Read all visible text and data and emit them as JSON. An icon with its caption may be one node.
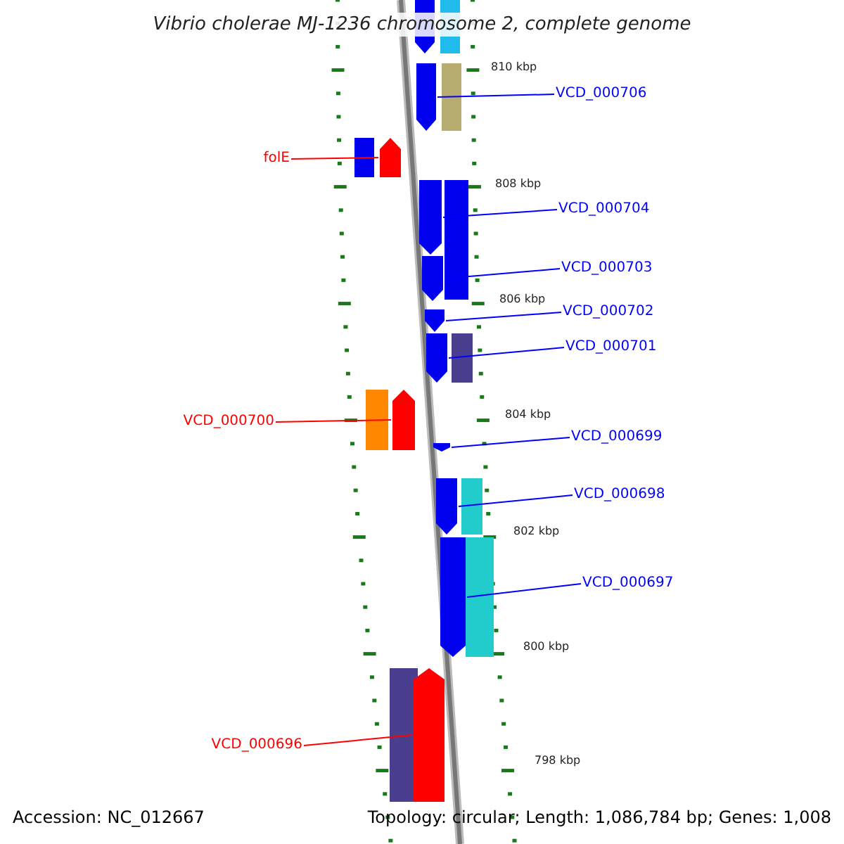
{
  "diagram": {
    "title": "Vibrio cholerae MJ-1236 chromosome 2, complete genome",
    "nodes": [
      {
        "text": [
          "VCD_000706"
        ]
      },
      {
        "text": [],
        "shape": "arrow"
      },
      {
        "text": [
          "folE"
        ]
      },
      {
        "text": [],
        "shape": "arrow"
      },
      {
        "text": [
          "VCD_000704"
        ]
      },
      {
        "text": [],
        "shape": "arrow"
      },
      {
        "text": [
          "VCD_000703"
        ]
      },
      {
        "text": [],
        "shape": "arrow"
      },
      {
        "text": [
          "VCD_000702"
        ]
      },
      {
        "text": [],
        "shape": "arrow"
      },
      {
        "text": [
          "VCD_000701"
        ]
      },
      {
        "text": [],
        "shape": "arrow"
      },
      {
        "text": [
          "VCD_000700"
        ]
      },
      {
        "text": [],
        "shape": "arrow"
      },
      {
        "text": [
          "VCD_000699"
        ]
      },
      {
        "text": [],
        "shape": "arrow"
      },
      {
        "text": [
          "VCD_000698"
        ]
      },
      {
        "text": [],
        "shape": "arrow"
      },
      {
        "text": [
          "VCD_000697"
        ]
      },
      {
        "text": [],
        "shape": "arrow"
      },
      {
        "text": [
          "VCD_000696"
        ]
      },
      {
        "text": [],
        "shape": "arrow"
      }
    ],
    "edges": [
      {
        "from": 0,
        "to": 1,
        "arrow": "none"
      },
      {
        "from": 2,
        "to": 3,
        "arrow": "none",
        "color": "#ff0000"
      },
      {
        "from": 4,
        "to": 5,
        "arrow": "none"
      },
      {
        "from": 6,
        "to": 7,
        "arrow": "none"
      },
      {
        "from": 8,
        "to": 9,
        "arrow": "none"
      },
      {
        "from": 10,
        "to": 11,
        "arrow": "none"
      },
      {
        "from": 12,
        "to": 13,
        "arrow": "none",
        "color": "#ff0000"
      },
      {
        "from": 14,
        "to": 15,
        "arrow": "none"
      },
      {
        "from": 16,
        "to": 17,
        "arrow": "none"
      },
      {
        "from": 18,
        "to": 19,
        "arrow": "none"
      },
      {
        "from": 20,
        "to": 21,
        "arrow": "none",
        "color": "#ff0000"
      }
    ],
    "labels": [
      "810 kbp",
      "808 kbp",
      "806 kbp",
      "804 kbp",
      "802 kbp",
      "800 kbp",
      "798 kbp",
      "Accession: NC_012667",
      "Topology: circular; Length: 1,086,784 bp; Genes: 1,008"
    ]
  }
}
